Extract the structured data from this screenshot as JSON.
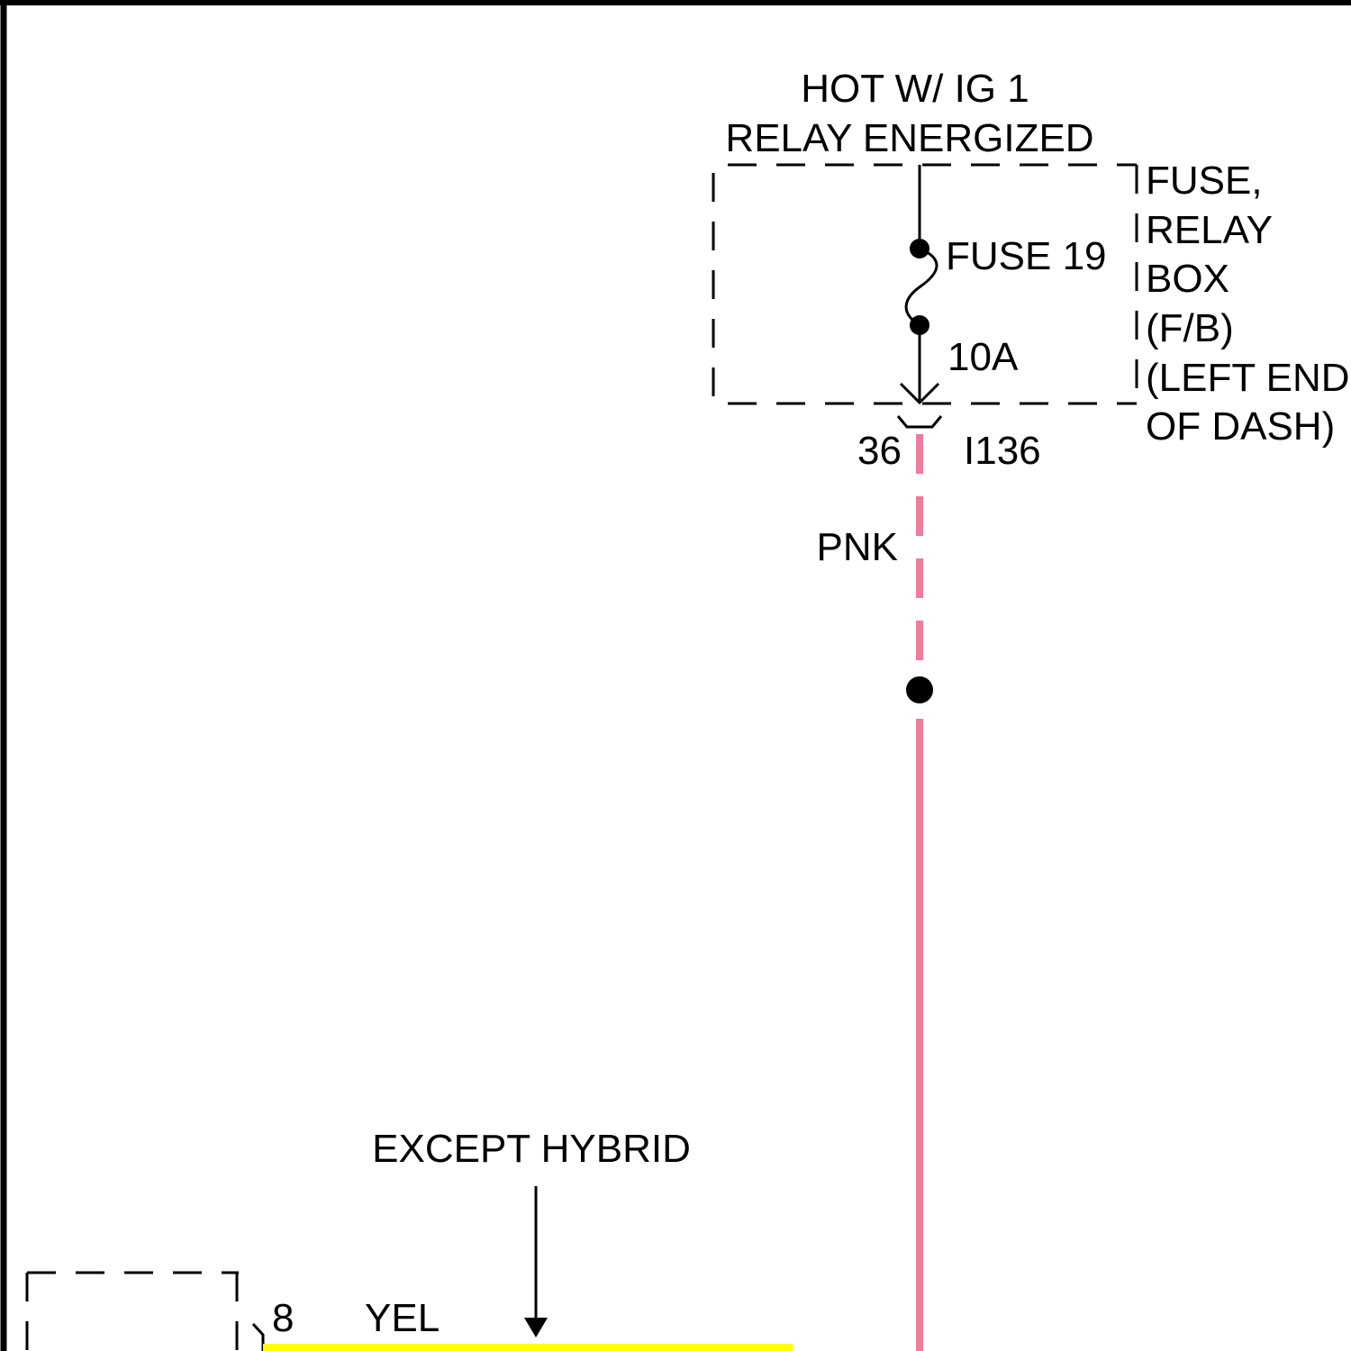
{
  "power_source": {
    "line1": "HOT W/ IG 1",
    "line2": "RELAY ENERGIZED"
  },
  "fuse": {
    "name": "FUSE 19",
    "rating": "10A"
  },
  "fuse_box": {
    "lines": [
      "FUSE,",
      "RELAY",
      "BOX",
      "(F/B)",
      "(LEFT END",
      "OF DASH)"
    ]
  },
  "connector": {
    "pin": "36",
    "id": "I136"
  },
  "wire_pnk": {
    "color_label": "PNK",
    "color": "#ee7d9b"
  },
  "condition": {
    "label": "EXCEPT HYBRID"
  },
  "lower_connector": {
    "pin": "8"
  },
  "wire_yel": {
    "color_label": "YEL",
    "color": "#ffff00"
  },
  "colors": {
    "line": "#000000",
    "background": "#ffffff"
  }
}
